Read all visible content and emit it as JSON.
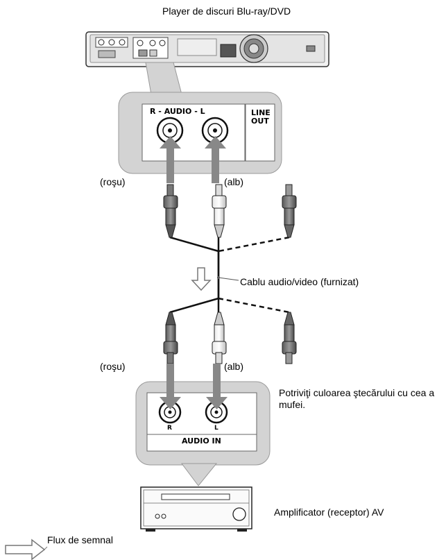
{
  "labels": {
    "player": "Player de discuri Blu-ray/DVD",
    "red_top": "(roşu)",
    "white_top": "(alb)",
    "cable": "Cablu audio/video (furnizat)",
    "red_bottom": "(roşu)",
    "white_bottom": "(alb)",
    "color_hint": "Potriviţi culoarea ştecărului cu cea a mufei.",
    "amplifier": "Amplificator (receptor) AV",
    "legend": "Flux de semnal"
  },
  "line_out_panel": {
    "audio_label": "R - AUDIO - L",
    "line_label_1": "LINE",
    "line_label_2": "OUT"
  },
  "audio_in_panel": {
    "r_label": "R",
    "l_label": "L",
    "audio_in_label": "AUDIO IN"
  },
  "colors": {
    "callout_fill": "#d3d3d3",
    "arrow": "#888888",
    "cable": "#111111"
  }
}
